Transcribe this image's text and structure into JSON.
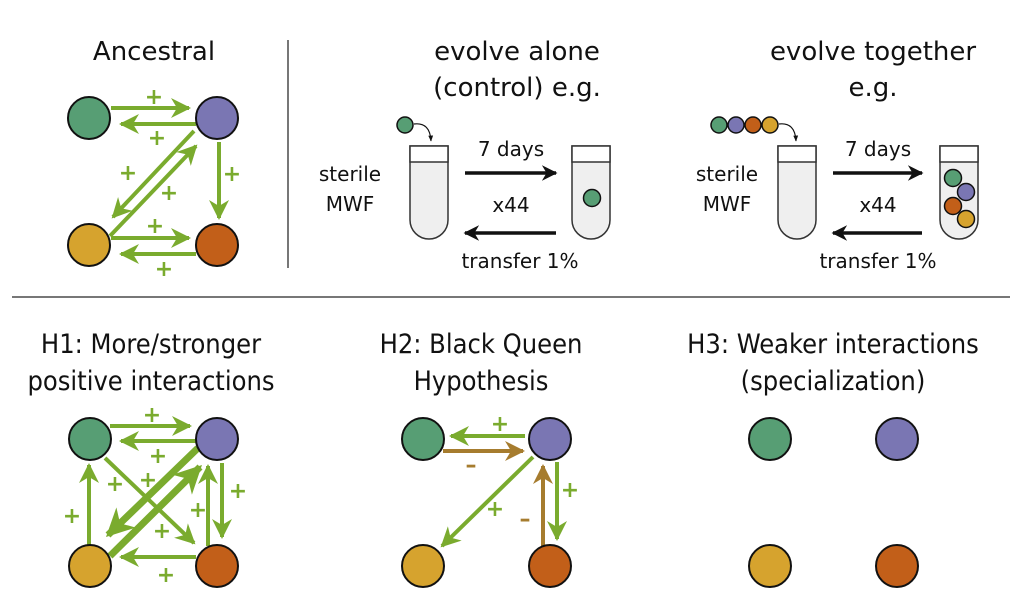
{
  "colors": {
    "species_green": "#579e74",
    "species_purple": "#7a76b3",
    "species_yellow": "#d6a32e",
    "species_orange": "#c25f19",
    "positive_arrow": "#7aab2e",
    "negative_arrow": "#a67c2e",
    "divider": "#777777",
    "tube_fill": "#efefef"
  },
  "top": {
    "ancestral": {
      "title": "Ancestral",
      "plus": "+"
    },
    "alone": {
      "title_line1": "evolve alone",
      "title_line2": "(control) e.g.",
      "medium_line1": "sterile",
      "medium_line2": "MWF",
      "forward_label": "7 days",
      "repeat_label": "x44",
      "back_label": "transfer 1%"
    },
    "together": {
      "title_line1": "evolve together",
      "title_line2": "e.g.",
      "medium_line1": "sterile",
      "medium_line2": "MWF",
      "forward_label": "7 days",
      "repeat_label": "x44",
      "back_label": "transfer 1%"
    }
  },
  "bottom": {
    "h1": {
      "title_line1": "H1: More/stronger",
      "title_line2": "positive interactions"
    },
    "h2": {
      "title_line1": "H2: Black Queen",
      "title_line2": "Hypothesis"
    },
    "h3": {
      "title_line1": "H3: Weaker interactions",
      "title_line2": "(specialization)"
    },
    "plus": "+",
    "minus": "–"
  }
}
